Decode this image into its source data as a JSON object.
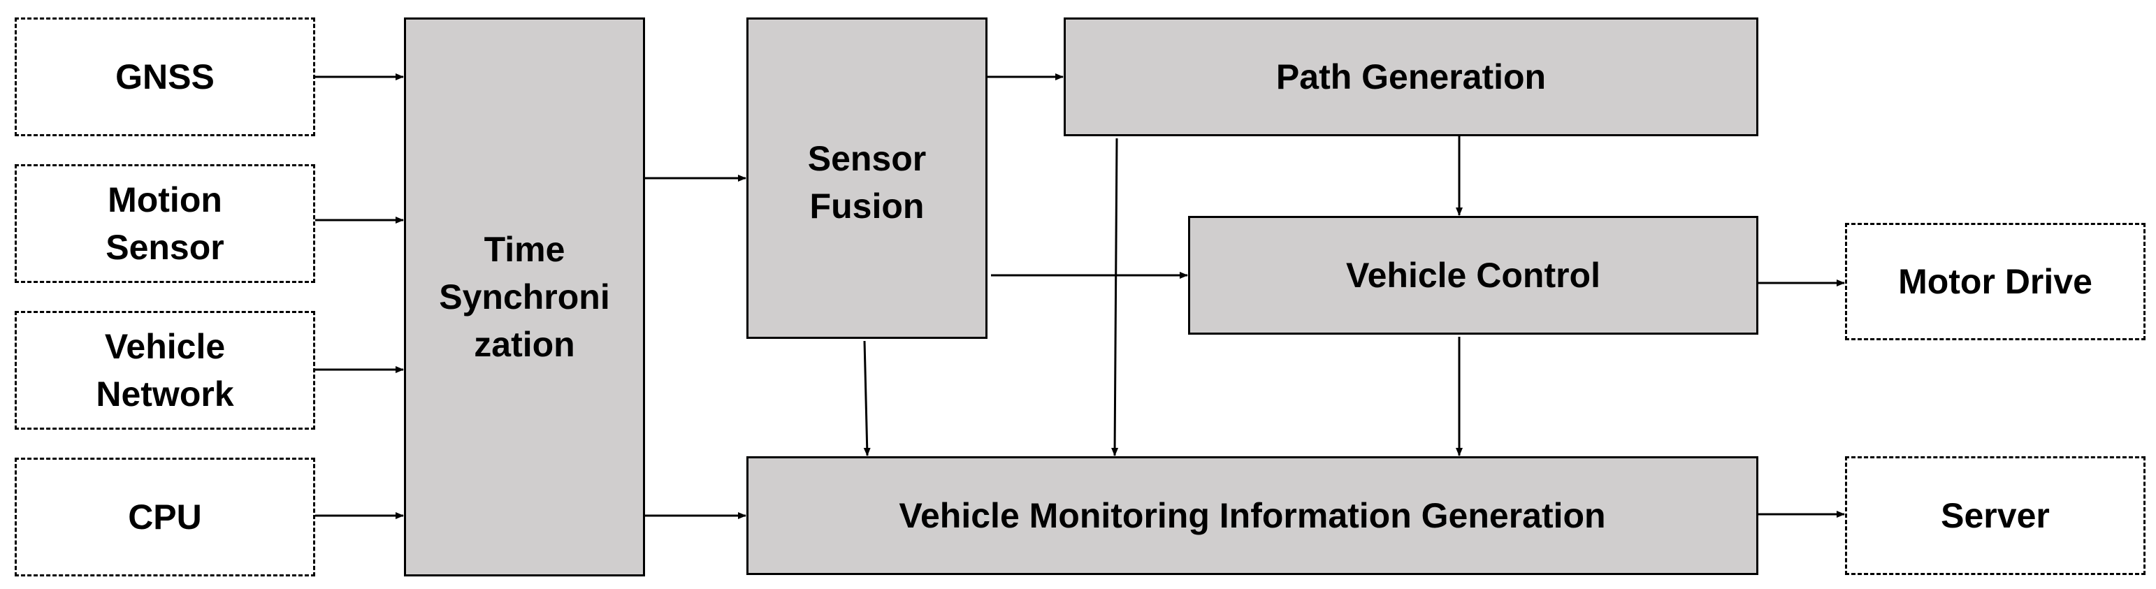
{
  "inputs": {
    "gnss": "GNSS",
    "motion_sensor": "Motion\nSensor",
    "vehicle_network": "Vehicle\nNetwork",
    "cpu": "CPU"
  },
  "modules": {
    "time_sync": "Time\nSynchroni\nzation",
    "sensor_fusion": "Sensor\nFusion",
    "path_generation": "Path Generation",
    "vehicle_control": "Vehicle Control",
    "monitoring": "Vehicle Monitoring Information Generation"
  },
  "outputs": {
    "motor_drive": "Motor Drive",
    "server": "Server"
  },
  "colors": {
    "module_fill": "#d0cece",
    "external_fill": "#ffffff",
    "stroke": "#000000"
  }
}
